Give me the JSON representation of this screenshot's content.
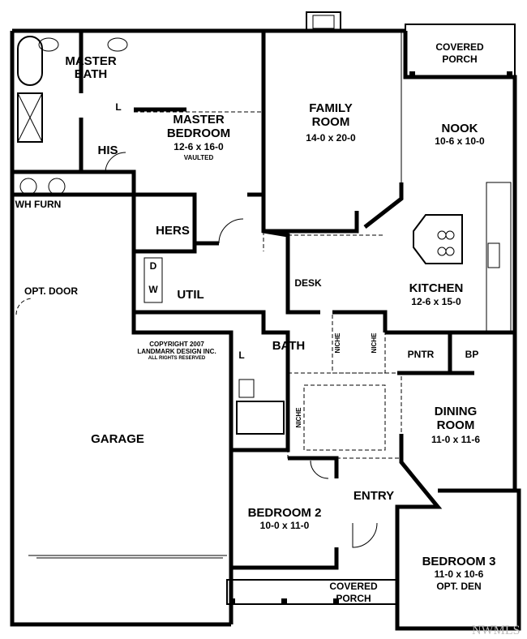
{
  "rooms": {
    "master_bath": [
      "MASTER",
      "BATH"
    ],
    "master_bedroom": {
      "name": [
        "MASTER",
        "BEDROOM"
      ],
      "size": "12-6 x 16-0",
      "note": "VAULTED"
    },
    "family_room": {
      "name": [
        "FAMILY",
        "ROOM"
      ],
      "size": "14-0 x 20-0"
    },
    "covered_porch_top": [
      "COVERED",
      "PORCH"
    ],
    "nook": {
      "name": "NOOK",
      "size": "10-6 x 10-0"
    },
    "his": "HIS",
    "l1": "L",
    "wh_furn": "WH FURN",
    "hers": "HERS",
    "d": "D",
    "w": "W",
    "util": "UTIL",
    "desk": "DESK",
    "kitchen": {
      "name": "KITCHEN",
      "size": "12-6 x 15-0"
    },
    "opt_door": "OPT. DOOR",
    "l2": "L",
    "bath": "BATH",
    "niche": "NICHE",
    "pntr": "PNTR",
    "bp": "BP",
    "garage": "GARAGE",
    "dining": {
      "name": [
        "DINING",
        "ROOM"
      ],
      "size": "11-0 x 11-6"
    },
    "entry": "ENTRY",
    "bedroom2": {
      "name": "BEDROOM 2",
      "size": "10-0 x 11-0"
    },
    "bedroom3": {
      "name": "BEDROOM 3",
      "size": "11-0 x 10-6",
      "note": "OPT. DEN"
    },
    "covered_porch_bottom": [
      "COVERED",
      "PORCH"
    ]
  },
  "copyright": [
    "COPYRIGHT 2007",
    "LANDMARK DESIGN INC.",
    "ALL RIGHTS RESERVED"
  ],
  "watermark": "NWMLS"
}
